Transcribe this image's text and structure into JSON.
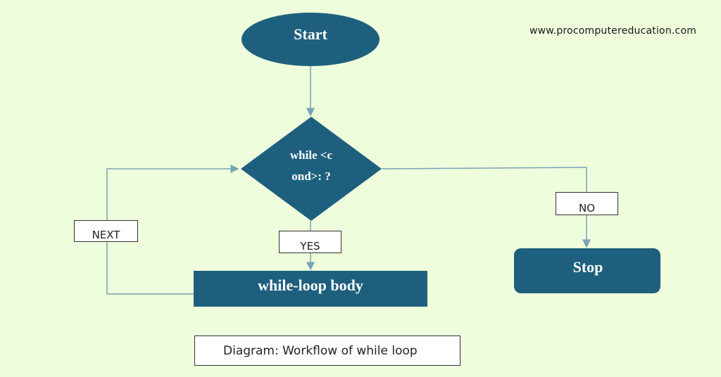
{
  "website": "www.procomputereducation.com",
  "nodes": {
    "start": "Start",
    "decision_line1": "while <c",
    "decision_line2": "ond>: ?",
    "body": "while-loop body",
    "stop": "Stop"
  },
  "labels": {
    "next": "NEXT",
    "yes": "YES",
    "no": "NO"
  },
  "caption": "Diagram: Workflow of while loop",
  "colors": {
    "background": "#eefddc",
    "node_fill": "#1e5f7e",
    "connector": "#7aa3b5"
  }
}
